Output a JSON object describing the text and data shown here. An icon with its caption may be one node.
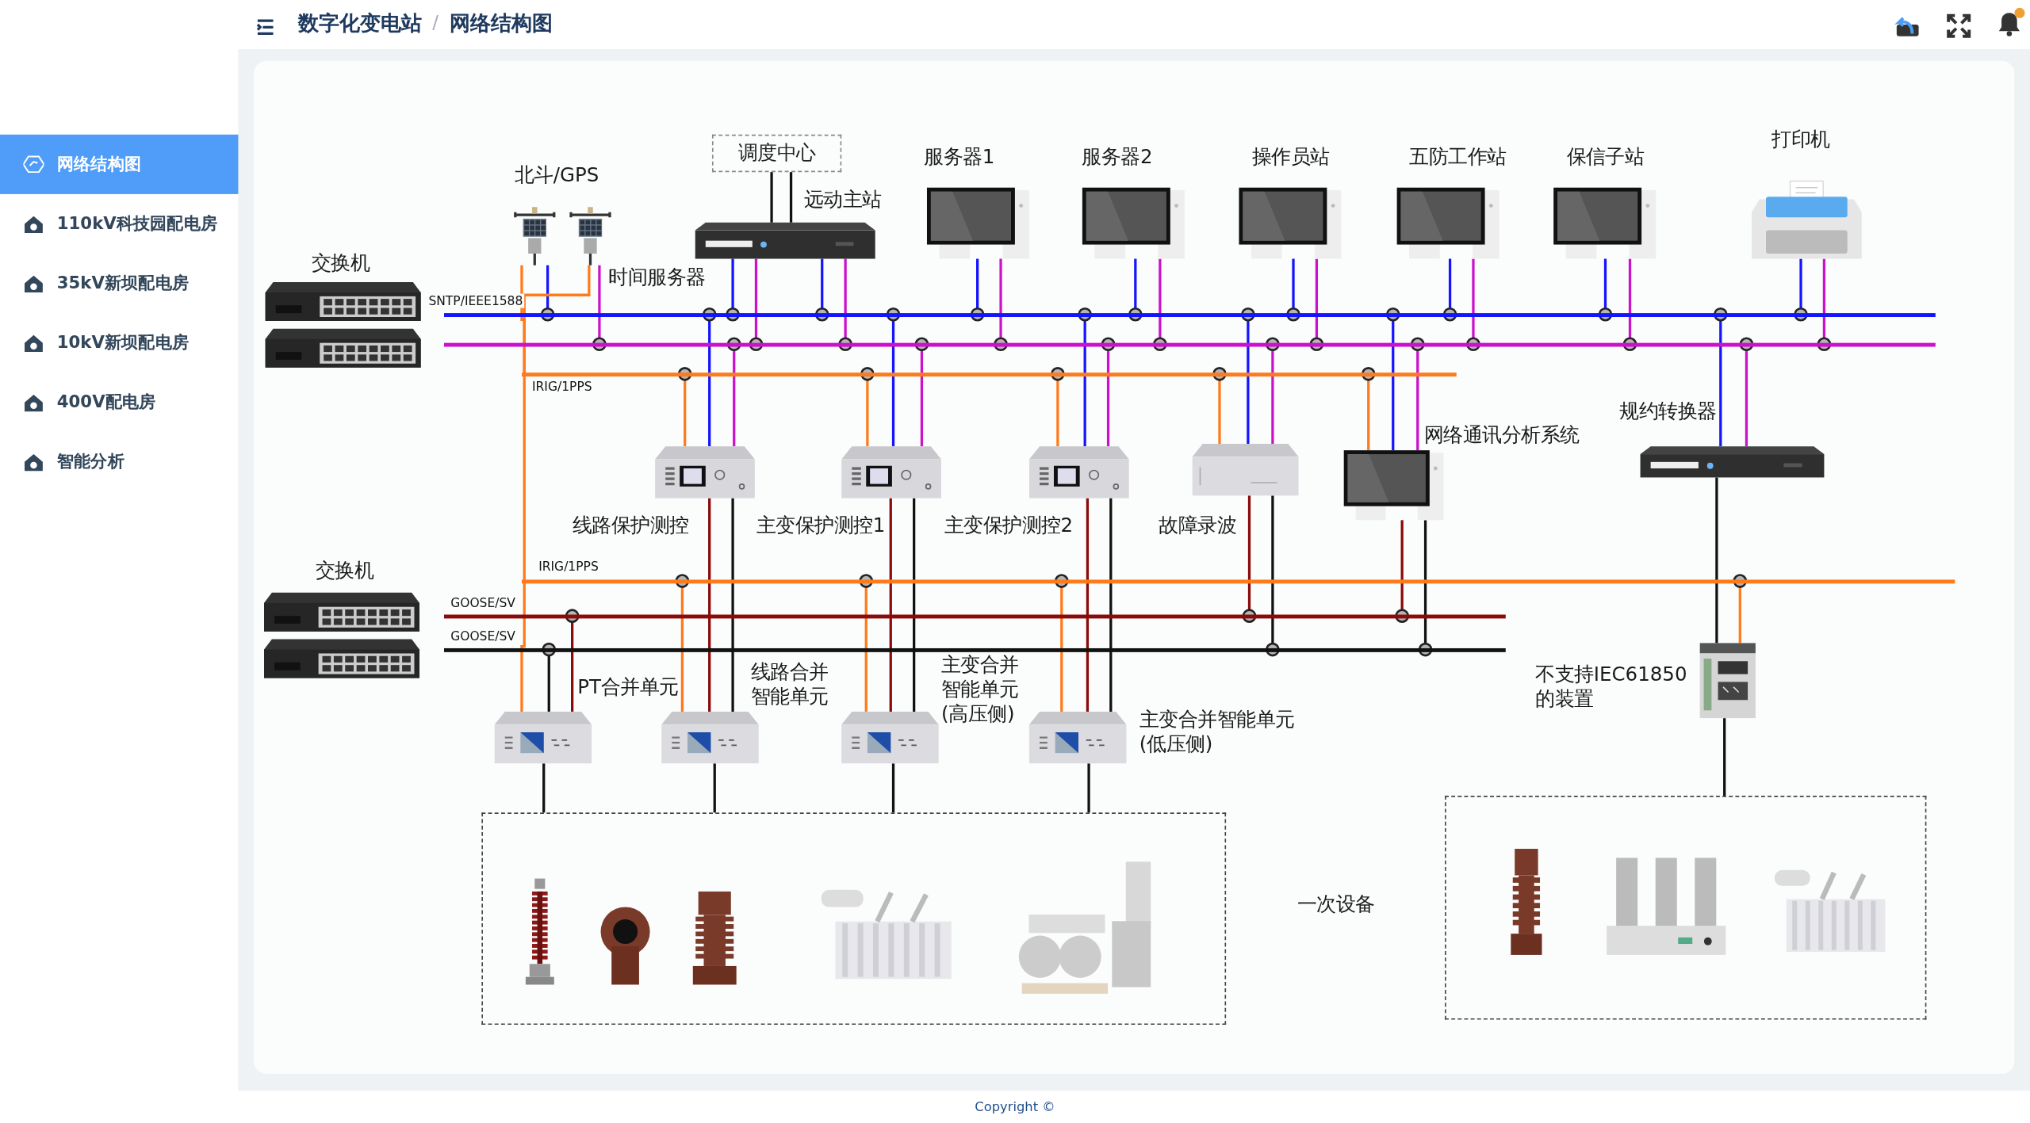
{
  "diagram": {
    "nodes": [
      {
        "text": [
          "交换机"
        ]
      },
      {
        "text": [
          "交换机"
        ]
      },
      {
        "text": [
          "北斗/GPS"
        ],
        "beside": [
          "时间服务器"
        ]
      },
      {
        "text": [
          "调度中心"
        ]
      },
      {
        "text": [
          "远动主站"
        ]
      },
      {
        "text": [
          "服务器1"
        ]
      },
      {
        "text": [
          "服务器2"
        ]
      },
      {
        "text": [
          "操作员站"
        ]
      },
      {
        "text": [
          "五防工作站"
        ]
      },
      {
        "text": [
          "保信子站"
        ]
      },
      {
        "text": [
          "打印机"
        ]
      },
      {
        "text": [
          "线路保护测控"
        ]
      },
      {
        "text": [
          "主变保护测控1"
        ]
      },
      {
        "text": [
          "主变保护测控2"
        ]
      },
      {
        "text": [
          "故障录波"
        ]
      },
      {
        "text": [
          "网络通讯分析系统"
        ]
      },
      {
        "text": [
          "规约转换器"
        ]
      },
      {
        "text": [
          "不支持IEC61850的装置"
        ]
      },
      {
        "text": [
          "PT合并单元"
        ]
      },
      {
        "text": [
          "线路合并智能单元"
        ]
      },
      {
        "text": [
          "主变合并智能单元(高压侧)"
        ]
      },
      {
        "text": [
          "主变合并智能单元(低压侧)"
        ]
      },
      {
        "text": [
          "一次设备"
        ]
      },
      {
        "text": [],
        "shape": "box"
      },
      {
        "text": [
          "SNTP/IEEE1588"
        ]
      },
      {
        "text": [],
        "shape": "bar"
      },
      {
        "text": [
          "IRIG/1PPS"
        ]
      },
      {
        "text": [
          "IRIG/1PPS"
        ]
      },
      {
        "text": [
          "GOOSE/SV"
        ]
      },
      {
        "text": [
          "GOOSE/SV"
        ]
      },
      {
        "text": [],
        "shape": "picture",
        "in": 22
      },
      {
        "text": [],
        "shape": "picture",
        "in": 22
      },
      {
        "text": [],
        "shape": "picture",
        "in": 22
      },
      {
        "text": [],
        "shape": "picture",
        "in": 22
      },
      {
        "text": [],
        "shape": "picture",
        "in": 22
      },
      {
        "text": [],
        "shape": "picture",
        "in": 23
      },
      {
        "text": [],
        "shape": "picture",
        "in": 23
      },
      {
        "text": [],
        "shape": "picture",
        "in": 23
      }
    ],
    "edges": [
      {
        "from": 2,
        "to": 24,
        "arrow": "other"
      },
      {
        "from": 2,
        "to": 25,
        "arrow": "other",
        "color": "#cc11cc"
      },
      {
        "from": 2,
        "to": 26,
        "arrow": "none",
        "color": "#ff7a1a"
      },
      {
        "from": 2,
        "to": 27,
        "arrow": "none",
        "color": "#ff7a1a"
      },
      {
        "from": 3,
        "to": 4,
        "arrow": "none",
        "color": "#111111"
      },
      {
        "from": 3,
        "to": 4,
        "arrow": "none",
        "color": "#111111"
      },
      {
        "from": 4,
        "to": 24,
        "arrow": "other"
      },
      {
        "from": 4,
        "to": 25,
        "arrow": "other",
        "color": "#cc11cc"
      },
      {
        "from": 4,
        "to": 24,
        "arrow": "other"
      },
      {
        "from": 4,
        "to": 25,
        "arrow": "other",
        "color": "#cc11cc"
      },
      {
        "from": 5,
        "to": 24,
        "arrow": "other"
      },
      {
        "from": 5,
        "to": 25,
        "arrow": "other",
        "color": "#cc11cc"
      },
      {
        "from": 6,
        "to": 24,
        "arrow": "other"
      },
      {
        "from": 6,
        "to": 25,
        "arrow": "other",
        "color": "#cc11cc"
      },
      {
        "from": 7,
        "to": 24,
        "arrow": "other"
      },
      {
        "from": 7,
        "to": 25,
        "arrow": "other",
        "color": "#cc11cc"
      },
      {
        "from": 8,
        "to": 24,
        "arrow": "other"
      },
      {
        "from": 8,
        "to": 25,
        "arrow": "other",
        "color": "#cc11cc"
      },
      {
        "from": 9,
        "to": 24,
        "arrow": "other"
      },
      {
        "from": 9,
        "to": 25,
        "arrow": "other",
        "color": "#cc11cc"
      },
      {
        "from": 10,
        "to": 24,
        "arrow": "other"
      },
      {
        "from": 10,
        "to": 25,
        "arrow": "other",
        "color": "#cc11cc"
      },
      {
        "from": 11,
        "to": 24,
        "arrow": "other"
      },
      {
        "from": 11,
        "to": 25,
        "arrow": "other",
        "color": "#cc11cc"
      },
      {
        "from": 11,
        "to": 26,
        "arrow": "other",
        "color": "#ff7a1a"
      },
      {
        "from": 12,
        "to": 24,
        "arrow": "other"
      },
      {
        "from": 12,
        "to": 25,
        "arrow": "other",
        "color": "#cc11cc"
      },
      {
        "from": 12,
        "to": 26,
        "arrow": "other",
        "color": "#ff7a1a"
      },
      {
        "from": 13,
        "to": 24,
        "arrow": "other"
      },
      {
        "from": 13,
        "to": 25,
        "arrow": "other",
        "color": "#cc11cc"
      },
      {
        "from": 13,
        "to": 26,
        "arrow": "other",
        "color": "#ff7a1a"
      },
      {
        "from": 14,
        "to": 24,
        "arrow": "other"
      },
      {
        "from": 14,
        "to": 25,
        "arrow": "other",
        "color": "#cc11cc"
      },
      {
        "from": 14,
        "to": 26,
        "arrow": "other",
        "color": "#ff7a1a"
      },
      {
        "from": 14,
        "to": 28,
        "arrow": "other",
        "color": "#8b0a0a"
      },
      {
        "from": 14,
        "to": 29,
        "arrow": "other",
        "color": "#111111"
      },
      {
        "from": 15,
        "to": 24,
        "arrow": "other"
      },
      {
        "from": 15,
        "to": 25,
        "arrow": "other",
        "color": "#cc11cc"
      },
      {
        "from": 15,
        "to": 26,
        "arrow": "other",
        "color": "#ff7a1a"
      },
      {
        "from": 15,
        "to": 28,
        "arrow": "other",
        "color": "#8b0a0a"
      },
      {
        "from": 15,
        "to": 29,
        "arrow": "other",
        "color": "#111111"
      },
      {
        "from": 16,
        "to": 24,
        "arrow": "other"
      },
      {
        "from": 16,
        "to": 25,
        "arrow": "other",
        "color": "#cc11cc"
      },
      {
        "from": 16,
        "to": 17,
        "arrow": "none",
        "color": "#111111"
      },
      {
        "from": 17,
        "to": 27,
        "arrow": "other",
        "color": "#ff7a1a"
      },
      {
        "from": 17,
        "to": 23,
        "arrow": "none",
        "color": "#111111"
      },
      {
        "from": 11,
        "to": 19,
        "arrow": "none",
        "color": "#8b0a0a"
      },
      {
        "from": 11,
        "to": 19,
        "arrow": "none",
        "color": "#111111"
      },
      {
        "from": 12,
        "to": 20,
        "arrow": "none",
        "color": "#8b0a0a"
      },
      {
        "from": 12,
        "to": 20,
        "arrow": "none",
        "color": "#111111"
      },
      {
        "from": 13,
        "to": 21,
        "arrow": "none",
        "color": "#8b0a0a"
      },
      {
        "from": 13,
        "to": 21,
        "arrow": "none",
        "color": "#111111"
      },
      {
        "from": 18,
        "to": 28,
        "arrow": "other",
        "color": "#8b0a0a"
      },
      {
        "from": 18,
        "to": 29,
        "arrow": "other",
        "color": "#111111"
      },
      {
        "from": 18,
        "to": 27,
        "arrow": "none",
        "color": "#ff7a1a"
      },
      {
        "from": 19,
        "to": 27,
        "arrow": "other",
        "color": "#ff7a1a"
      },
      {
        "from": 20,
        "to": 27,
        "arrow": "other",
        "color": "#ff7a1a"
      },
      {
        "from": 21,
        "to": 27,
        "arrow": "other",
        "color": "#ff7a1a"
      },
      {
        "from": 18,
        "to": 22,
        "arrow": "none",
        "color": "#111111"
      },
      {
        "from": 19,
        "to": 22,
        "arrow": "none",
        "color": "#111111"
      },
      {
        "from": 20,
        "to": 22,
        "arrow": "none",
        "color": "#111111"
      },
      {
        "from": 21,
        "to": 22,
        "arrow": "none",
        "color": "#111111"
      }
    ],
    "labels": [
      "网络结构图",
      "110kV科技园配电房",
      "35kV新坝配电房",
      "10kV新坝配电房",
      "400V配电房",
      "智能分析",
      "数字化变电站",
      "/",
      "网络结构图",
      "Copyright ©"
    ]
  }
}
